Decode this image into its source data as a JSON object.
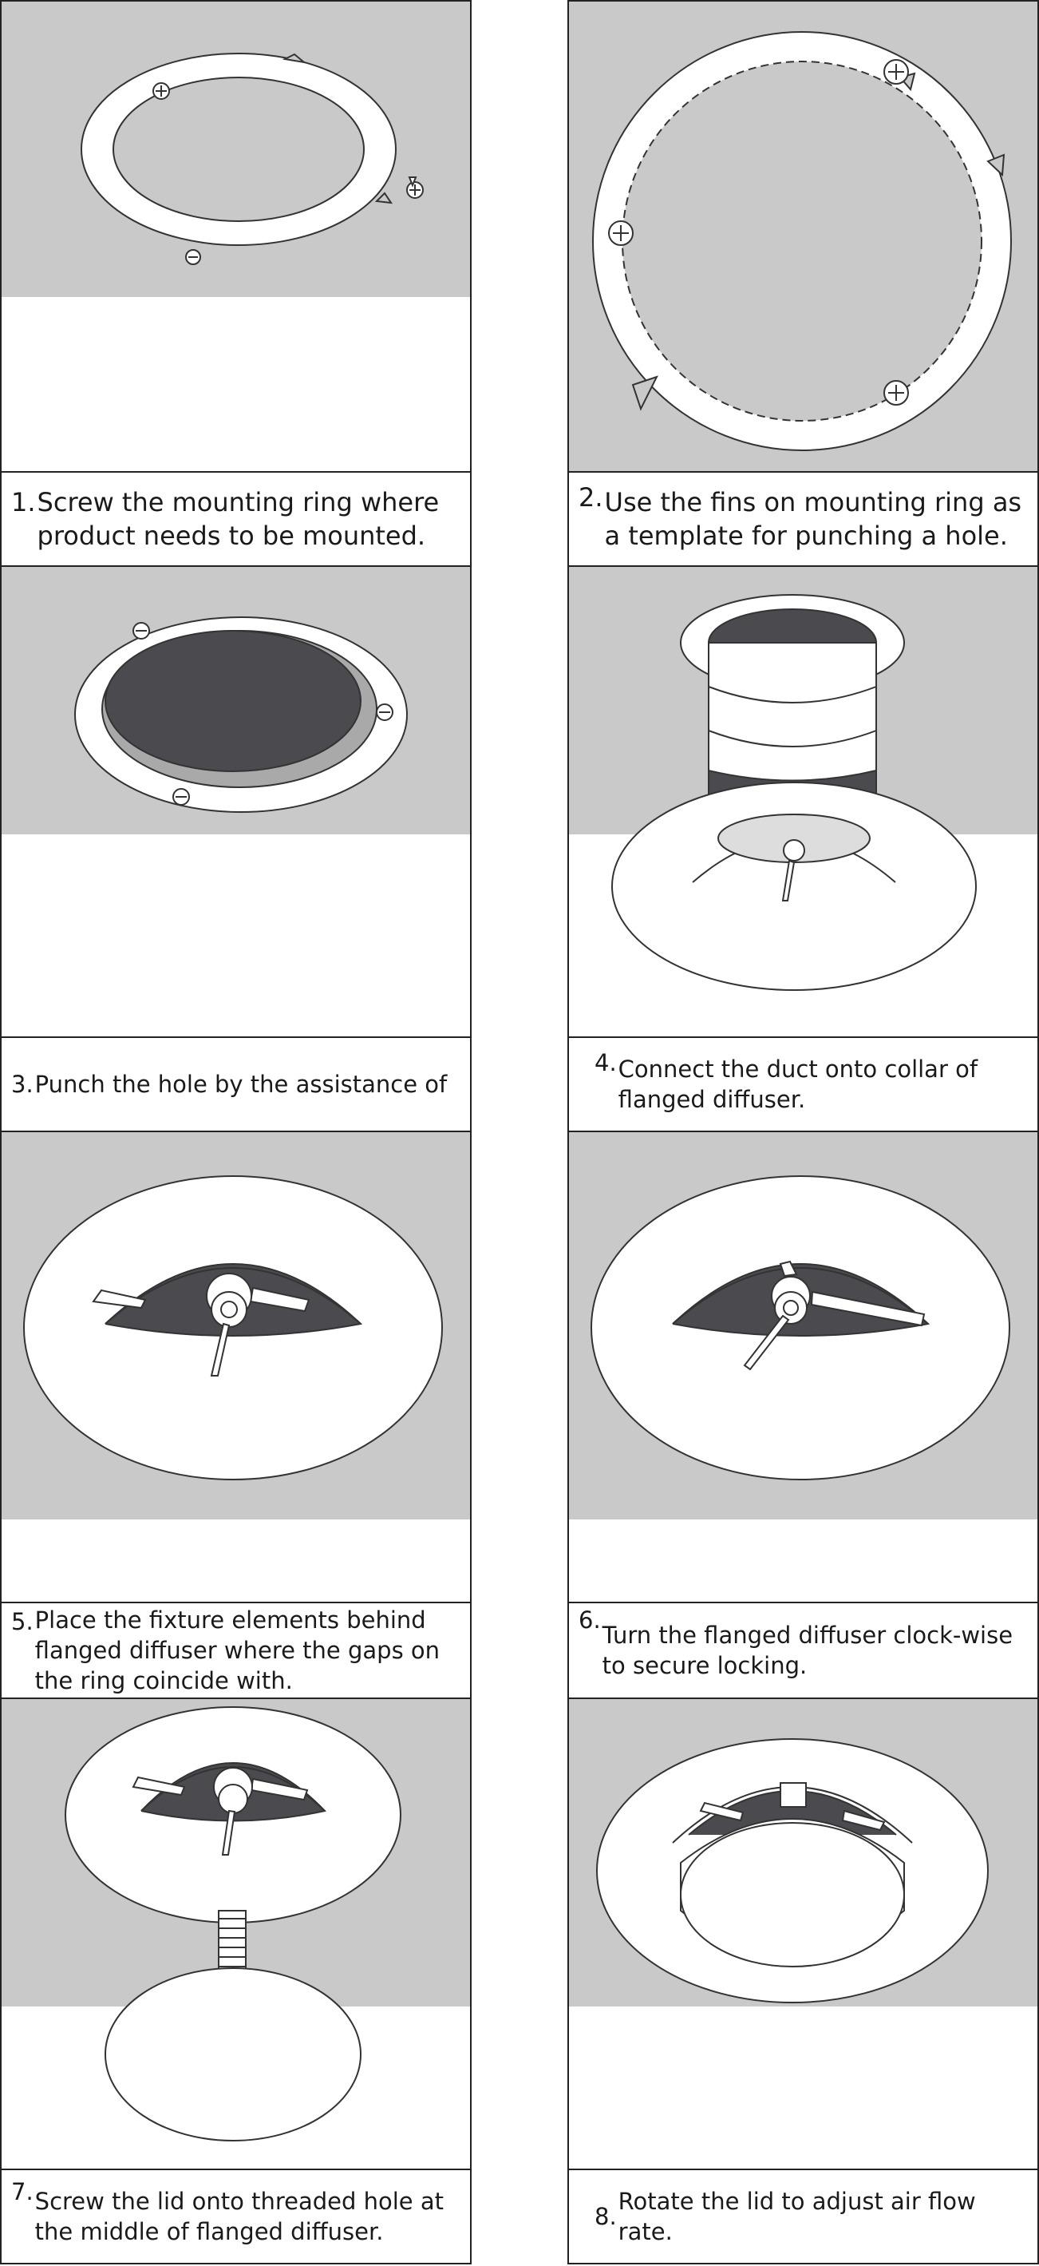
{
  "steps": [
    {
      "num": "1.",
      "text": "Screw the mounting ring where product needs to be mounted."
    },
    {
      "num": "2.",
      "text": "Use the fins on mounting ring as a template for punching a hole."
    },
    {
      "num": "3.",
      "text": "Punch the hole by the assistance of"
    },
    {
      "num": "4.",
      "text": "Connect the duct onto collar of flanged diffuser."
    },
    {
      "num": "5.",
      "text": "Place the fixture elements behind flanged diffuser where the gaps on the ring coincide with."
    },
    {
      "num": "6.",
      "text": "Turn the flanged diffuser clock-wise to secure locking."
    },
    {
      "num": "7.",
      "text": "Screw the lid onto threaded hole at the middle of flanged diffuser."
    },
    {
      "num": "8.",
      "text": "Rotate the lid to adjust air flow rate."
    }
  ],
  "colors": {
    "ceiling": "#c9c9c9",
    "hole": "#4a4a4f",
    "outline": "#333333",
    "part": "#ffffff"
  }
}
